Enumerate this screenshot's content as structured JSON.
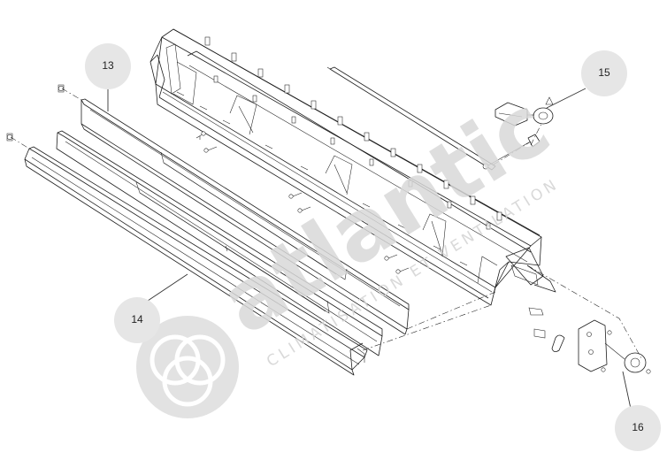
{
  "callouts": [
    {
      "id": "13",
      "label": "13"
    },
    {
      "id": "14",
      "label": "14"
    },
    {
      "id": "15",
      "label": "15"
    },
    {
      "id": "16",
      "label": "16"
    }
  ],
  "watermark": {
    "brand": "atlantic",
    "tagline": "CLIMATISATION ET VENTILATION"
  },
  "colors": {
    "callout_bg": "#e6e6e6",
    "line_art": "#1e1e1e",
    "watermark": "#d9d9d9"
  }
}
